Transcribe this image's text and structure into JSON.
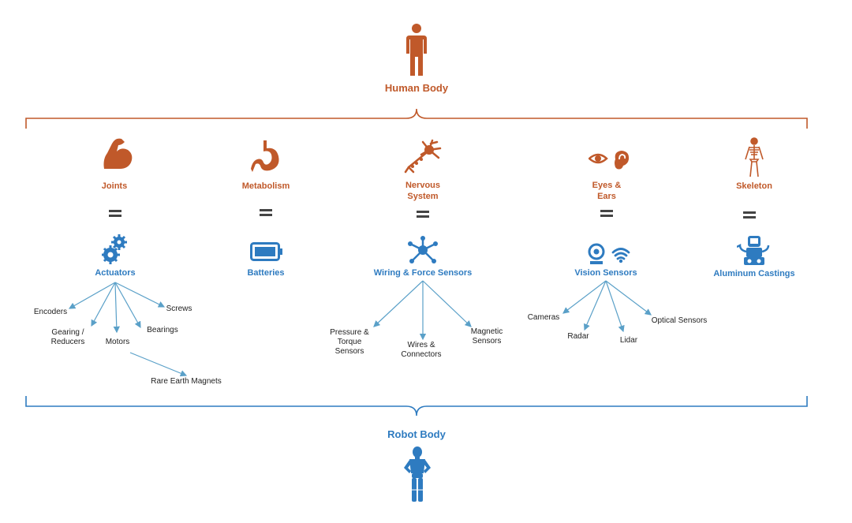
{
  "top": {
    "title": "Human Body"
  },
  "bottom": {
    "title": "Robot Body"
  },
  "columns": [
    {
      "human": "Joints",
      "human_icon": "flexed-arm-icon",
      "robot": "Actuators",
      "robot_icon": "gears-icon",
      "parts": [
        "Encoders",
        "Screws",
        "Gearing / Reducers",
        "Motors",
        "Bearings",
        "Rare Earth Magnets"
      ]
    },
    {
      "human": "Metabolism",
      "human_icon": "stomach-icon",
      "robot": "Batteries",
      "robot_icon": "battery-icon",
      "parts": []
    },
    {
      "human": "Nervous System",
      "human_icon": "neuron-icon",
      "robot": "Wiring & Force Sensors",
      "robot_icon": "network-hub-icon",
      "parts": [
        "Pressure & Torque Sensors",
        "Wires & Connectors",
        "Magnetic Sensors"
      ]
    },
    {
      "human": "Eyes & Ears",
      "human_icon": "eye-ear-icon",
      "robot": "Vision Sensors",
      "robot_icon": "webcam-wifi-icon",
      "parts": [
        "Cameras",
        "Radar",
        "Lidar",
        "Optical Sensors"
      ]
    },
    {
      "human": "Skeleton",
      "human_icon": "skeleton-icon",
      "robot": "Aluminum Castings",
      "robot_icon": "robot-casting-icon",
      "parts": []
    }
  ],
  "colors": {
    "human": "#c0592a",
    "robot": "#2e7bc0",
    "connector": "#5aa0c8"
  }
}
